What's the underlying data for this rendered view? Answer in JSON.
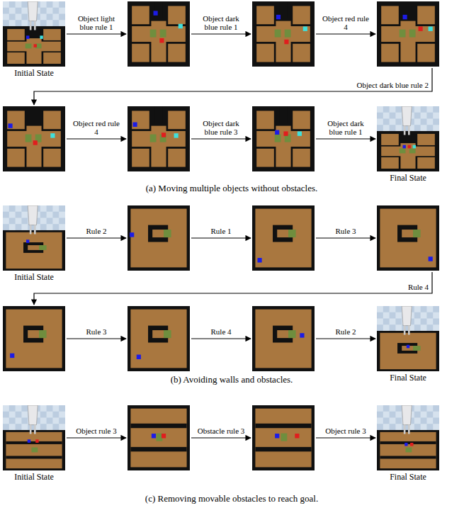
{
  "diagram": {
    "nodes": [
      {
        "text": [
          "Initial State"
        ]
      },
      {
        "text": []
      },
      {
        "text": []
      },
      {
        "text": []
      },
      {
        "text": []
      },
      {
        "text": []
      },
      {
        "text": []
      },
      {
        "text": [
          "Final State"
        ]
      },
      {
        "text": [
          "Initial State"
        ]
      },
      {
        "text": []
      },
      {
        "text": []
      },
      {
        "text": []
      },
      {
        "text": []
      },
      {
        "text": []
      },
      {
        "text": []
      },
      {
        "text": [
          "Final State"
        ]
      },
      {
        "text": [
          "Initial State"
        ]
      },
      {
        "text": []
      },
      {
        "text": []
      },
      {
        "text": [
          "Final State"
        ]
      }
    ],
    "edges": [
      {
        "from": 0,
        "to": 1,
        "arrow": "to",
        "label": "Object light blue rule 1"
      },
      {
        "from": 1,
        "to": 2,
        "arrow": "to",
        "label": "Object dark blue rule 1"
      },
      {
        "from": 2,
        "to": 3,
        "arrow": "to",
        "label": "Object red rule 4"
      },
      {
        "from": 3,
        "to": 4,
        "arrow": "to",
        "label": "Object dark blue rule 2"
      },
      {
        "from": 4,
        "to": 5,
        "arrow": "to",
        "label": "Object red rule 4"
      },
      {
        "from": 5,
        "to": 6,
        "arrow": "to",
        "label": "Object dark blue rule 3"
      },
      {
        "from": 6,
        "to": 7,
        "arrow": "to",
        "label": "Object dark blue rule 1"
      },
      {
        "from": 8,
        "to": 9,
        "arrow": "to",
        "label": "Rule 2"
      },
      {
        "from": 9,
        "to": 10,
        "arrow": "to",
        "label": "Rule 1"
      },
      {
        "from": 10,
        "to": 11,
        "arrow": "to",
        "label": "Rule 3"
      },
      {
        "from": 11,
        "to": 12,
        "arrow": "to",
        "label": "Rule 4"
      },
      {
        "from": 12,
        "to": 13,
        "arrow": "to",
        "label": "Rule 3"
      },
      {
        "from": 13,
        "to": 14,
        "arrow": "to",
        "label": "Rule 4"
      },
      {
        "from": 14,
        "to": 15,
        "arrow": "to",
        "label": "Rule 2"
      },
      {
        "from": 16,
        "to": 17,
        "arrow": "to",
        "label": "Object rule 3"
      },
      {
        "from": 17,
        "to": 18,
        "arrow": "to",
        "label": "Obstacle rule 3"
      },
      {
        "from": 18,
        "to": 19,
        "arrow": "to",
        "label": "Object rule 3"
      }
    ],
    "labels": [
      "(a) Moving multiple objects without obstacles.",
      "(b) Avoiding walls and obstacles.",
      "(c) Removing movable obstacles to reach goal."
    ]
  }
}
